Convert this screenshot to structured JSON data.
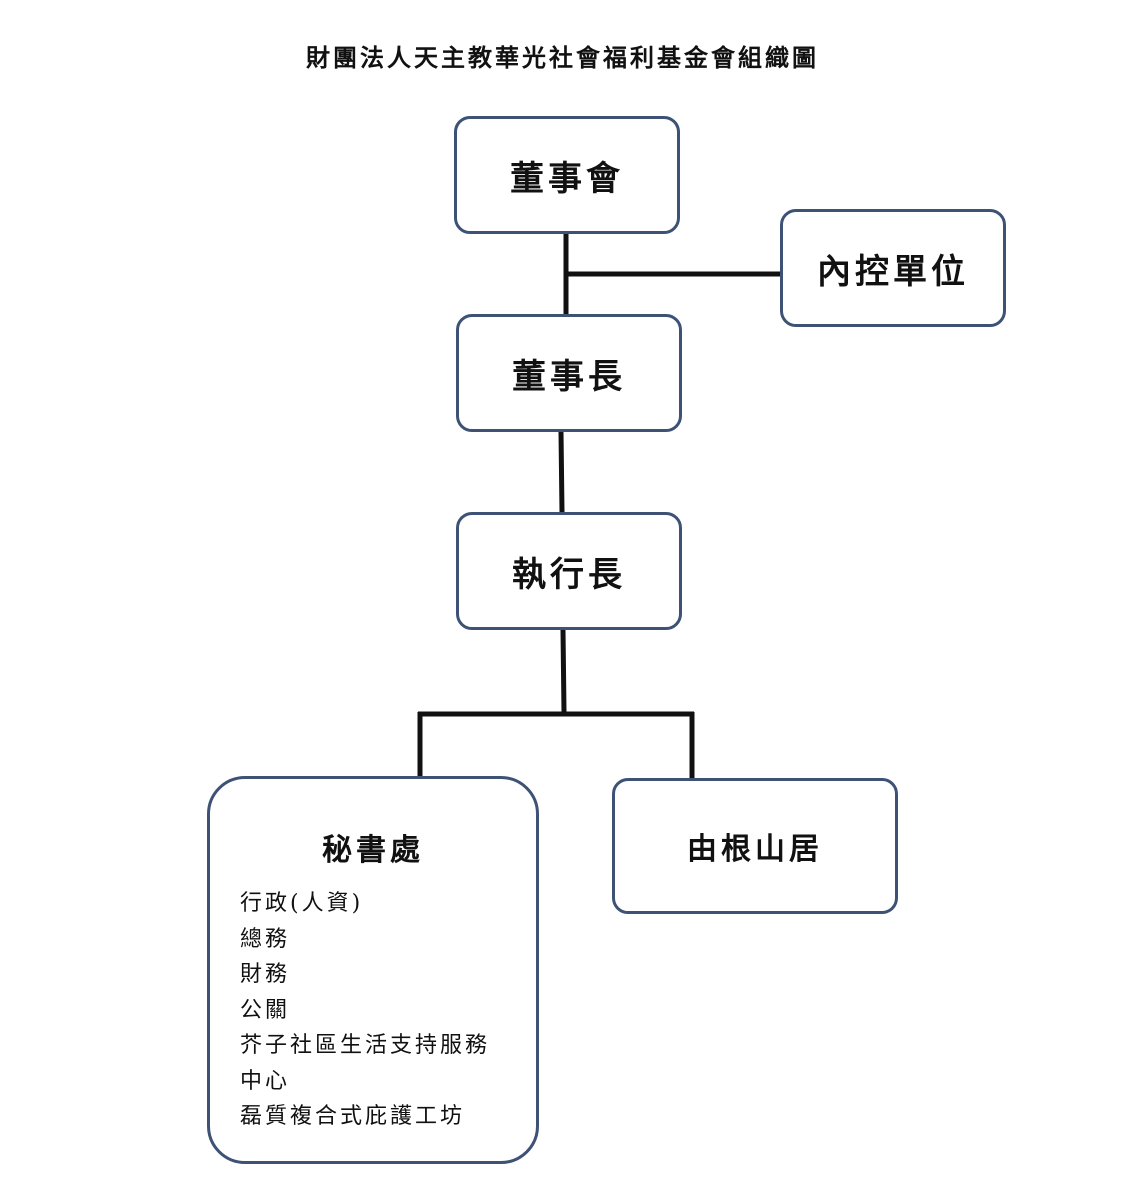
{
  "title": "財團法人天主教華光社會福利基金會組織圖",
  "nodes": {
    "board": "董事會",
    "internal_audit": "內控單位",
    "chairman": "董事長",
    "ceo": "執行長",
    "secretariat": {
      "title": "秘書處",
      "items": [
        "行政(人資)",
        "總務",
        "財務",
        "公關",
        "芥子社區生活支持服務",
        "中心",
        "磊質複合式庇護工坊"
      ]
    },
    "youken": "由根山居"
  },
  "colors": {
    "box_border": "#3d5275",
    "connector": "#111111"
  }
}
